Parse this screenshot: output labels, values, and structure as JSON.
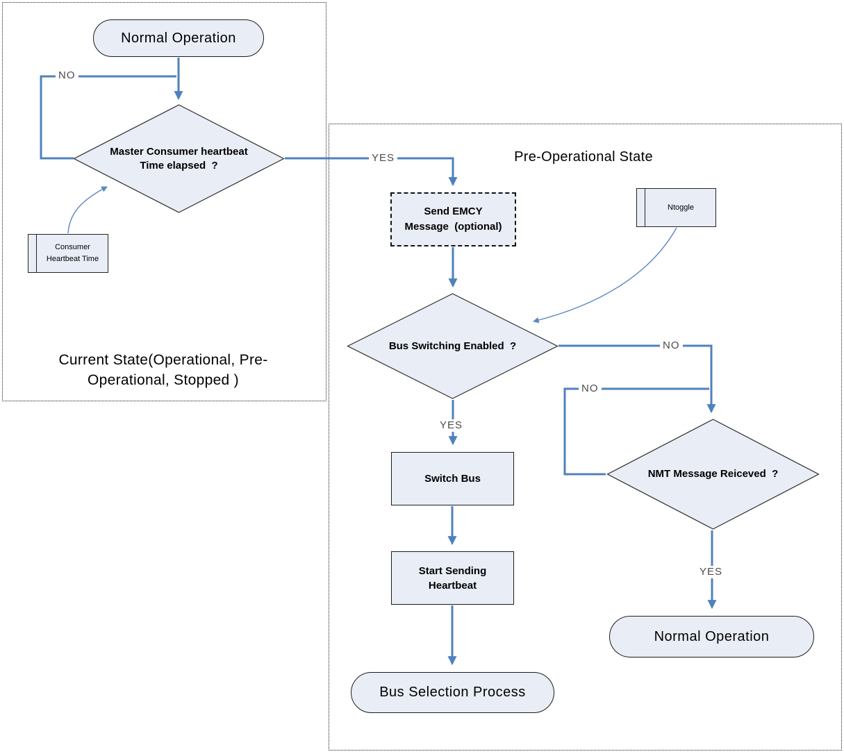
{
  "colors": {
    "line_blue": "#4f81bd",
    "thin_line_blue": "#5b87c0",
    "node_fill": "#e9edf6",
    "node_border": "#1b1b1b"
  },
  "panels": {
    "left": {
      "caption": "Current State(Operational, Pre-\nOperational, Stopped )"
    },
    "right": {
      "title": "Pre-Operational State"
    }
  },
  "nodes": {
    "normal_operation_start": {
      "type": "terminator",
      "label": "Normal Operation"
    },
    "heartbeat_decision": {
      "type": "decision",
      "label": "Master Consumer heartbeat\nTime elapsed  ?"
    },
    "consumer_heartbeat_time": {
      "type": "data",
      "label": "Consumer\nHeartbeat Time"
    },
    "send_emcy": {
      "type": "process-optional",
      "label": "Send EMCY\nMessage  (optional)"
    },
    "ntoggle": {
      "type": "data",
      "label": "Ntoggle"
    },
    "bus_switching_decision": {
      "type": "decision",
      "label": "Bus Switching Enabled  ?"
    },
    "switch_bus": {
      "type": "process",
      "label": "Switch Bus"
    },
    "start_sending_heartbeat": {
      "type": "process",
      "label": "Start Sending\nHeartbeat"
    },
    "bus_selection_process": {
      "type": "terminator",
      "label": "Bus Selection Process"
    },
    "nmt_decision": {
      "type": "decision",
      "label": "NMT Message Reiceved  ?"
    },
    "normal_operation_end": {
      "type": "terminator",
      "label": "Normal Operation"
    }
  },
  "edges": [
    {
      "from": "normal_operation_start",
      "to": "heartbeat_decision",
      "label": ""
    },
    {
      "from": "heartbeat_decision",
      "to": "heartbeat_decision",
      "label": "NO"
    },
    {
      "from": "heartbeat_decision",
      "to": "send_emcy",
      "label": "YES"
    },
    {
      "from": "consumer_heartbeat_time",
      "to": "heartbeat_decision",
      "label": ""
    },
    {
      "from": "send_emcy",
      "to": "bus_switching_decision",
      "label": ""
    },
    {
      "from": "ntoggle",
      "to": "bus_switching_decision",
      "label": ""
    },
    {
      "from": "bus_switching_decision",
      "to": "switch_bus",
      "label": "YES"
    },
    {
      "from": "bus_switching_decision",
      "to": "nmt_decision",
      "label": "NO"
    },
    {
      "from": "switch_bus",
      "to": "start_sending_heartbeat",
      "label": ""
    },
    {
      "from": "start_sending_heartbeat",
      "to": "bus_selection_process",
      "label": ""
    },
    {
      "from": "nmt_decision",
      "to": "nmt_decision",
      "label": "NO"
    },
    {
      "from": "nmt_decision",
      "to": "normal_operation_end",
      "label": "YES"
    }
  ]
}
